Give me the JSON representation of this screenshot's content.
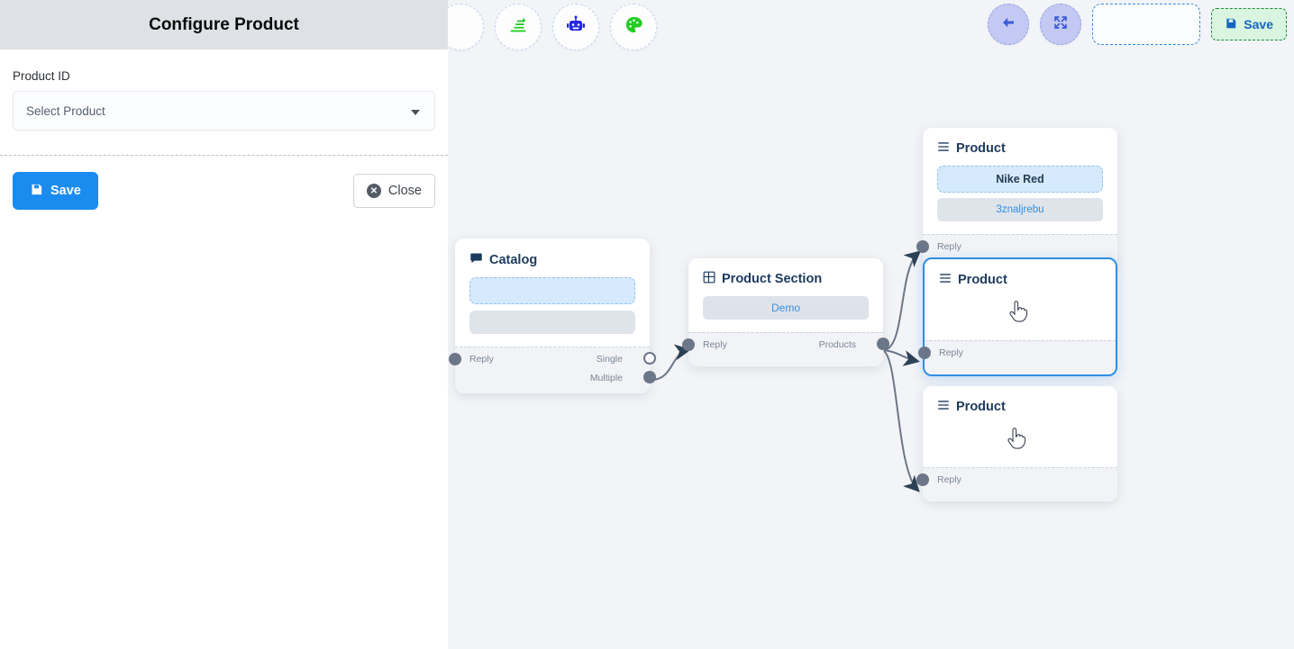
{
  "sidebar": {
    "title": "Configure Product",
    "field_label": "Product ID",
    "select_value": "Select Product",
    "caret_icon": "chevron-down-icon",
    "save_label": "Save",
    "close_label": "Close",
    "save_icon": "floppy-disk-icon",
    "close_icon": "close-circle-icon",
    "accent_color": "#1a8cf0",
    "header_bg": "#dee2e6"
  },
  "toolbar": {
    "left_buttons": [
      {
        "name": "stack-icon",
        "color": "#22cc22"
      },
      {
        "name": "robot-icon",
        "color": "#2626e8"
      },
      {
        "name": "palette-icon",
        "color": "#22cc22"
      }
    ],
    "right_buttons": [
      {
        "name": "back-arrow-icon",
        "color": "#3b5bdb"
      },
      {
        "name": "collapse-icon",
        "color": "#3b5bdb"
      }
    ],
    "placeholder_slot": "",
    "save_label": "Save",
    "save_icon": "floppy-disk-icon",
    "save_border_color": "#1f8a3b",
    "save_bg": "#d9f5e0"
  },
  "canvas": {
    "background": "#f3f4f7",
    "edge_color": "#5c6borange"
  },
  "nodes": [
    {
      "id": "catalog",
      "title": "Catalog",
      "icon": "chat-bubble-icon",
      "chips": [
        {
          "type": "dashed",
          "label": ""
        },
        {
          "type": "solid",
          "label": ""
        }
      ],
      "ports_left": [
        {
          "label": "Reply",
          "style": "filled"
        }
      ],
      "ports_right": [
        {
          "label": "Single",
          "style": "hollow"
        },
        {
          "label": "Multiple",
          "style": "filled"
        }
      ],
      "selected": false
    },
    {
      "id": "product-section",
      "title": "Product Section",
      "icon": "grid-icon",
      "chips": [
        {
          "type": "demo",
          "label": "Demo"
        }
      ],
      "ports_left": [
        {
          "label": "Reply",
          "style": "filled"
        }
      ],
      "ports_right": [
        {
          "label": "Products",
          "style": "filled"
        }
      ],
      "selected": false
    },
    {
      "id": "product-1",
      "title": "Product",
      "icon": "list-icon",
      "chips": [
        {
          "type": "dashed",
          "label": "Nike Red"
        },
        {
          "type": "solid",
          "label": "3znaljrebu"
        }
      ],
      "ports_left": [
        {
          "label": "Reply",
          "style": "filled"
        }
      ],
      "ports_right": [],
      "selected": false
    },
    {
      "id": "product-2",
      "title": "Product",
      "icon": "list-icon",
      "chips": [
        {
          "type": "blank",
          "label": ""
        }
      ],
      "ports_left": [
        {
          "label": "Reply",
          "style": "filled"
        }
      ],
      "ports_right": [],
      "selected": true,
      "cursor": "pointer-hand-cursor"
    },
    {
      "id": "product-3",
      "title": "Product",
      "icon": "list-icon",
      "chips": [
        {
          "type": "blank",
          "label": ""
        }
      ],
      "ports_left": [
        {
          "label": "Reply",
          "style": "filled"
        }
      ],
      "ports_right": [],
      "selected": false,
      "cursor": "pointer-hand-cursor"
    }
  ]
}
